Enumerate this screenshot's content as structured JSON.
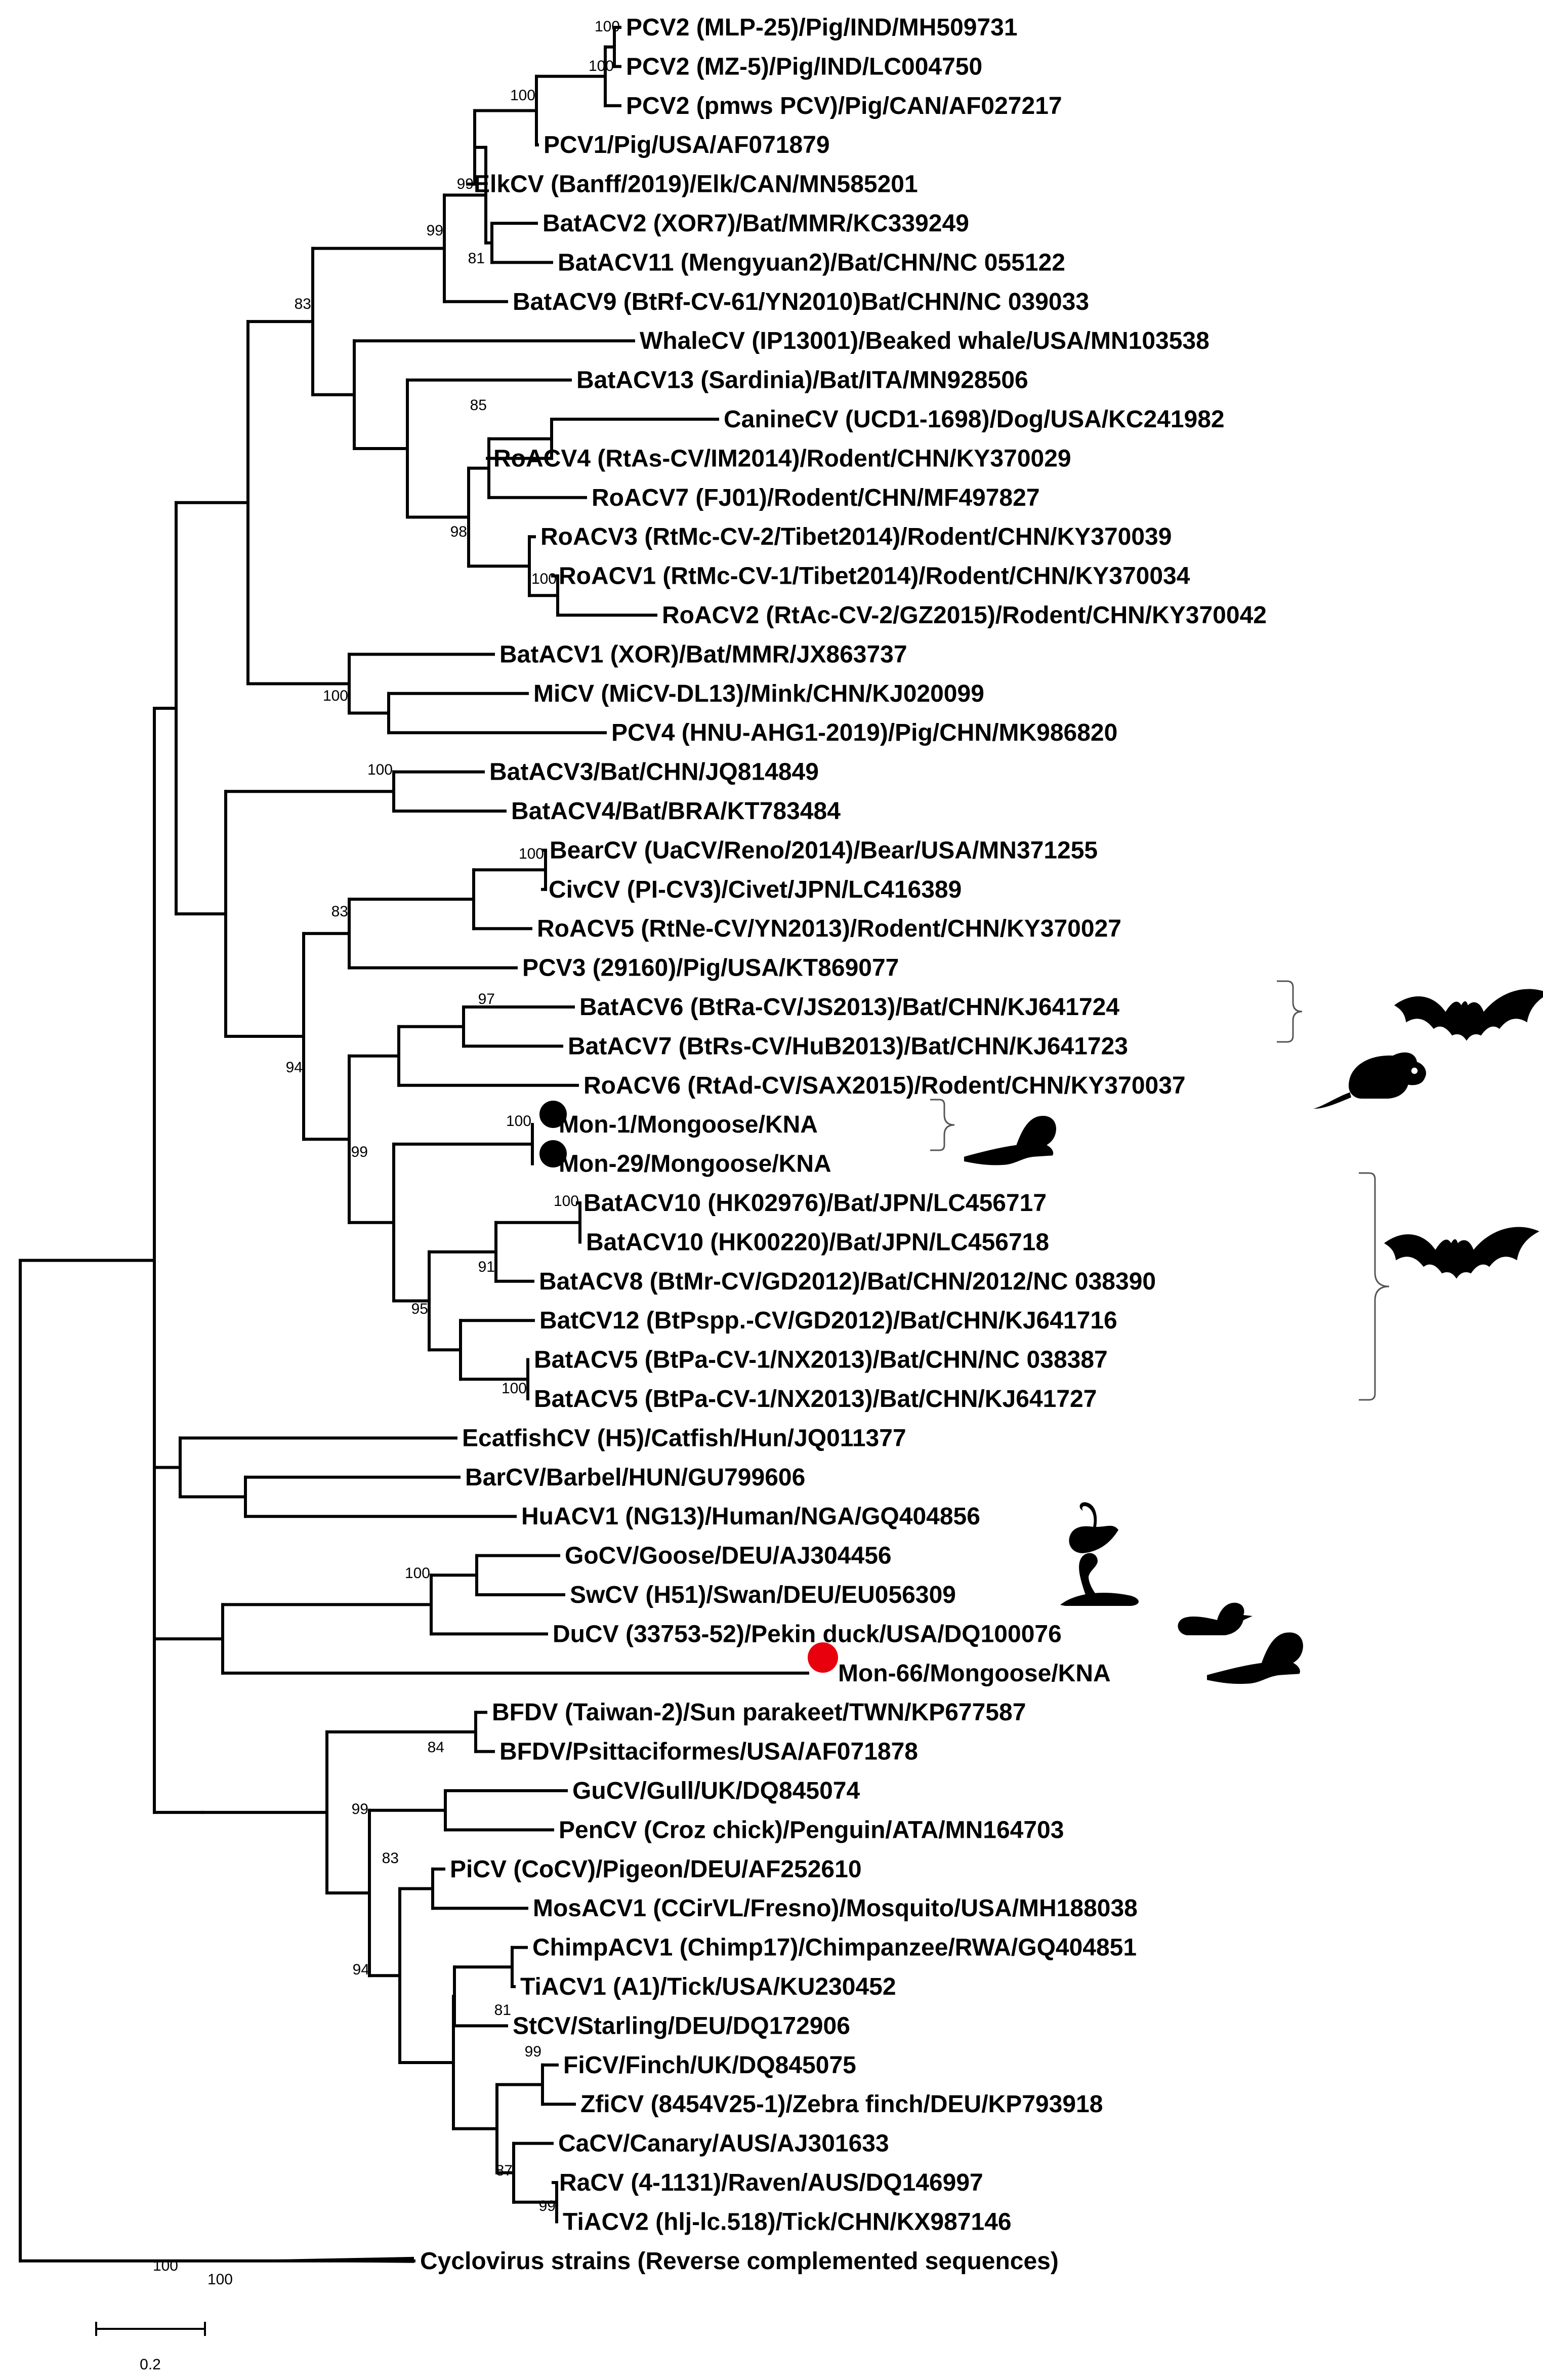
{
  "tree": {
    "taxa": [
      "PCV2 (MLP-25)/Pig/IND/MH509731",
      "PCV2 (MZ-5)/Pig/IND/LC004750",
      "PCV2 (pmws PCV)/Pig/CAN/AF027217",
      "PCV1/Pig/USA/AF071879",
      "ElkCV (Banff/2019)/Elk/CAN/MN585201",
      "BatACV2 (XOR7)/Bat/MMR/KC339249",
      "BatACV11 (Mengyuan2)/Bat/CHN/NC 055122",
      "BatACV9 (BtRf-CV-61/YN2010)Bat/CHN/NC 039033",
      "WhaleCV (IP13001)/Beaked whale/USA/MN103538",
      "BatACV13 (Sardinia)/Bat/ITA/MN928506",
      "CanineCV (UCD1-1698)/Dog/USA/KC241982",
      "RoACV4 (RtAs-CV/IM2014)/Rodent/CHN/KY370029",
      "RoACV7 (FJ01)/Rodent/CHN/MF497827",
      "RoACV3 (RtMc-CV-2/Tibet2014)/Rodent/CHN/KY370039",
      "RoACV1 (RtMc-CV-1/Tibet2014)/Rodent/CHN/KY370034",
      "RoACV2 (RtAc-CV-2/GZ2015)/Rodent/CHN/KY370042",
      "BatACV1 (XOR)/Bat/MMR/JX863737",
      "MiCV (MiCV-DL13)/Mink/CHN/KJ020099",
      "PCV4 (HNU-AHG1-2019)/Pig/CHN/MK986820",
      "BatACV3/Bat/CHN/JQ814849",
      "BatACV4/Bat/BRA/KT783484",
      "BearCV (UaCV/Reno/2014)/Bear/USA/MN371255",
      "CivCV (PI-CV3)/Civet/JPN/LC416389",
      "RoACV5 (RtNe-CV/YN2013)/Rodent/CHN/KY370027",
      "PCV3 (29160)/Pig/USA/KT869077",
      "BatACV6 (BtRa-CV/JS2013)/Bat/CHN/KJ641724",
      "BatACV7 (BtRs-CV/HuB2013)/Bat/CHN/KJ641723",
      "RoACV6 (RtAd-CV/SAX2015)/Rodent/CHN/KY370037",
      "Mon-1/Mongoose/KNA",
      "Mon-29/Mongoose/KNA",
      "BatACV10 (HK02976)/Bat/JPN/LC456717",
      "BatACV10 (HK00220)/Bat/JPN/LC456718",
      "BatACV8 (BtMr-CV/GD2012)/Bat/CHN/2012/NC 038390",
      "BatCV12 (BtPspp.-CV/GD2012)/Bat/CHN/KJ641716",
      "BatACV5 (BtPa-CV-1/NX2013)/Bat/CHN/NC 038387",
      "BatACV5 (BtPa-CV-1/NX2013)/Bat/CHN/KJ641727",
      "EcatfishCV (H5)/Catfish/Hun/JQ011377",
      "BarCV/Barbel/HUN/GU799606",
      "HuACV1 (NG13)/Human/NGA/GQ404856",
      "GoCV/Goose/DEU/AJ304456",
      "SwCV (H51)/Swan/DEU/EU056309",
      "DuCV (33753-52)/Pekin duck/USA/DQ100076",
      "Mon-66/Mongoose/KNA",
      "BFDV (Taiwan-2)/Sun parakeet/TWN/KP677587",
      "BFDV/Psittaciformes/USA/AF071878",
      "GuCV/Gull/UK/DQ845074",
      "PenCV (Croz chick)/Penguin/ATA/MN164703",
      "PiCV (CoCV)/Pigeon/DEU/AF252610",
      "MosACV1 (CCirVL/Fresno)/Mosquito/USA/MH188038",
      "ChimpACV1 (Chimp17)/Chimpanzee/RWA/GQ404851",
      "TiACV1 (A1)/Tick/USA/KU230452",
      "StCV/Starling/DEU/DQ172906",
      "FiCV/Finch/UK/DQ845075",
      "ZfiCV (8454V25-1)/Zebra finch/DEU/KP793918",
      "CaCV/Canary/AUS/AJ301633",
      "RaCV (4-1131)/Raven/AUS/DQ146997",
      "TiACV2 (hlj-lc.518)/Tick/CHN/KX987146",
      "Cyclovirus strains (Reverse complemented sequences)"
    ],
    "bootstrap": [
      "100",
      "100",
      "100",
      "99",
      "81",
      "99",
      "83",
      "85",
      "98",
      "100",
      "100",
      "100",
      "100",
      "83",
      "97",
      "94",
      "99",
      "100",
      "100",
      "91",
      "95",
      "100",
      "100",
      "100",
      "84",
      "99",
      "83",
      "94",
      "81",
      "99",
      "87",
      "99",
      "100"
    ],
    "scale_label": "0.2",
    "marker_colors": {
      "mongoose_black": "#000000",
      "mongoose_red": "#e8000d"
    }
  }
}
